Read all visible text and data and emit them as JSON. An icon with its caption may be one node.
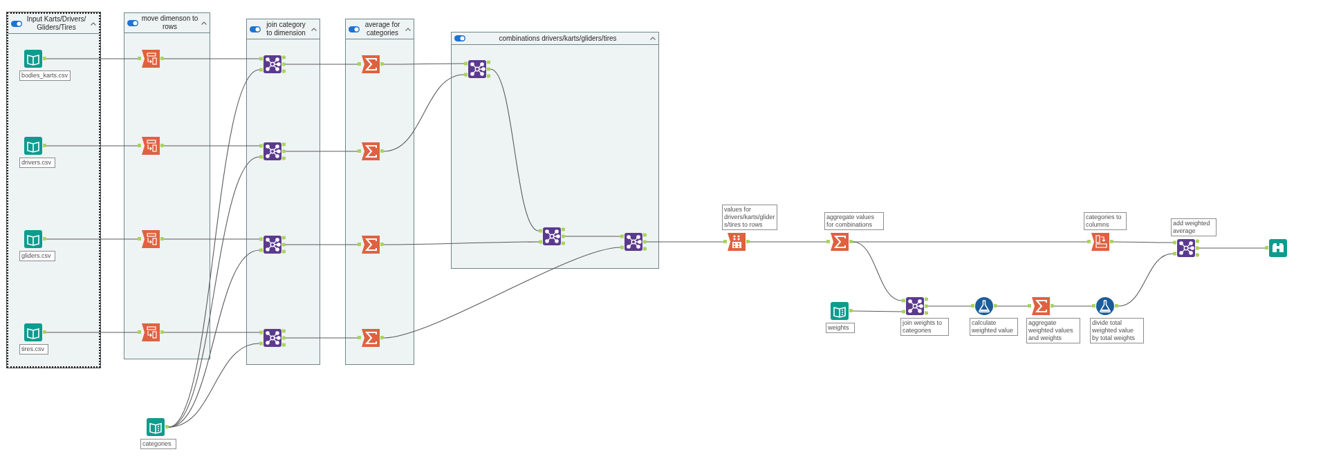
{
  "diagram": {
    "nodes": [
      {
        "text": [
          "Input Karts/Drivers/ Gliders/Tires"
        ]
      },
      {
        "text": [
          "bodies_karts.csv"
        ],
        "in": 0
      },
      {
        "text": [
          "drivers.csv"
        ],
        "in": 0
      },
      {
        "text": [
          "gliders.csv"
        ],
        "in": 0
      },
      {
        "text": [
          "tires.csv"
        ],
        "in": 0
      },
      {
        "text": [
          "move dimenson to rows"
        ]
      },
      {
        "text": [],
        "shape": "picture",
        "in": 5
      },
      {
        "text": [],
        "shape": "picture",
        "in": 5
      },
      {
        "text": [],
        "shape": "picture",
        "in": 5
      },
      {
        "text": [],
        "shape": "picture",
        "in": 5
      },
      {
        "text": [
          "join category to dimension"
        ]
      },
      {
        "text": [],
        "shape": "picture",
        "in": 10
      },
      {
        "text": [],
        "shape": "picture",
        "in": 10
      },
      {
        "text": [],
        "shape": "picture",
        "in": 10
      },
      {
        "text": [],
        "shape": "picture",
        "in": 10
      },
      {
        "text": [
          "average for categories"
        ]
      },
      {
        "text": [],
        "shape": "picture",
        "in": 15
      },
      {
        "text": [],
        "shape": "picture",
        "in": 15
      },
      {
        "text": [],
        "shape": "picture",
        "in": 15
      },
      {
        "text": [],
        "shape": "picture",
        "in": 15
      },
      {
        "text": [
          "combinations drivers/karts/gliders/tires"
        ]
      },
      {
        "text": [],
        "shape": "picture",
        "in": 20
      },
      {
        "text": [],
        "shape": "picture",
        "in": 20
      },
      {
        "text": [],
        "shape": "picture",
        "in": 20
      },
      {
        "text": [
          "categories"
        ]
      },
      {
        "text": [
          "values for drivers/karts/gliders/tires to rows"
        ]
      },
      {
        "text": [
          "aggregate values for combinations"
        ]
      },
      {
        "text": [
          "categories to columns"
        ]
      },
      {
        "text": [
          "add weighted average"
        ]
      },
      {
        "text": [],
        "shape": "picture"
      },
      {
        "text": [
          "weights"
        ]
      },
      {
        "text": [
          "join weights to categories"
        ]
      },
      {
        "text": [
          "calculate weighted value"
        ]
      },
      {
        "text": [
          "aggregate weighted values and weights"
        ]
      },
      {
        "text": [
          "divide total weighted value by total weights"
        ]
      }
    ],
    "edges": [
      {
        "from": 1,
        "to": 6,
        "arrow": "none"
      },
      {
        "from": 2,
        "to": 7,
        "arrow": "none"
      },
      {
        "from": 3,
        "to": 8,
        "arrow": "none"
      },
      {
        "from": 4,
        "to": 9,
        "arrow": "none"
      },
      {
        "from": 6,
        "to": 11,
        "arrow": "none"
      },
      {
        "from": 7,
        "to": 12,
        "arrow": "none"
      },
      {
        "from": 8,
        "to": 13,
        "arrow": "none"
      },
      {
        "from": 9,
        "to": 14,
        "arrow": "none"
      },
      {
        "from": 24,
        "to": 11,
        "arrow": "none"
      },
      {
        "from": 24,
        "to": 12,
        "arrow": "none"
      },
      {
        "from": 24,
        "to": 13,
        "arrow": "none"
      },
      {
        "from": 24,
        "to": 14,
        "arrow": "none"
      },
      {
        "from": 11,
        "to": 16,
        "arrow": "none"
      },
      {
        "from": 12,
        "to": 17,
        "arrow": "none"
      },
      {
        "from": 13,
        "to": 18,
        "arrow": "none"
      },
      {
        "from": 14,
        "to": 19,
        "arrow": "none"
      },
      {
        "from": 16,
        "to": 21,
        "arrow": "none"
      },
      {
        "from": 17,
        "to": 21,
        "arrow": "none"
      },
      {
        "from": 21,
        "to": 22,
        "arrow": "none"
      },
      {
        "from": 18,
        "to": 22,
        "arrow": "none"
      },
      {
        "from": 22,
        "to": 23,
        "arrow": "none"
      },
      {
        "from": 19,
        "to": 23,
        "arrow": "none"
      },
      {
        "from": 23,
        "to": 25,
        "arrow": "none"
      },
      {
        "from": 25,
        "to": 26,
        "arrow": "none"
      },
      {
        "from": 26,
        "to": 27,
        "arrow": "none"
      },
      {
        "from": 26,
        "to": 31,
        "arrow": "none"
      },
      {
        "from": 30,
        "to": 31,
        "arrow": "none"
      },
      {
        "from": 31,
        "to": 32,
        "arrow": "none"
      },
      {
        "from": 32,
        "to": 33,
        "arrow": "none"
      },
      {
        "from": 33,
        "to": 34,
        "arrow": "none"
      },
      {
        "from": 27,
        "to": 28,
        "arrow": "none"
      },
      {
        "from": 34,
        "to": 28,
        "arrow": "none"
      },
      {
        "from": 28,
        "to": 29,
        "arrow": "none"
      }
    ]
  }
}
